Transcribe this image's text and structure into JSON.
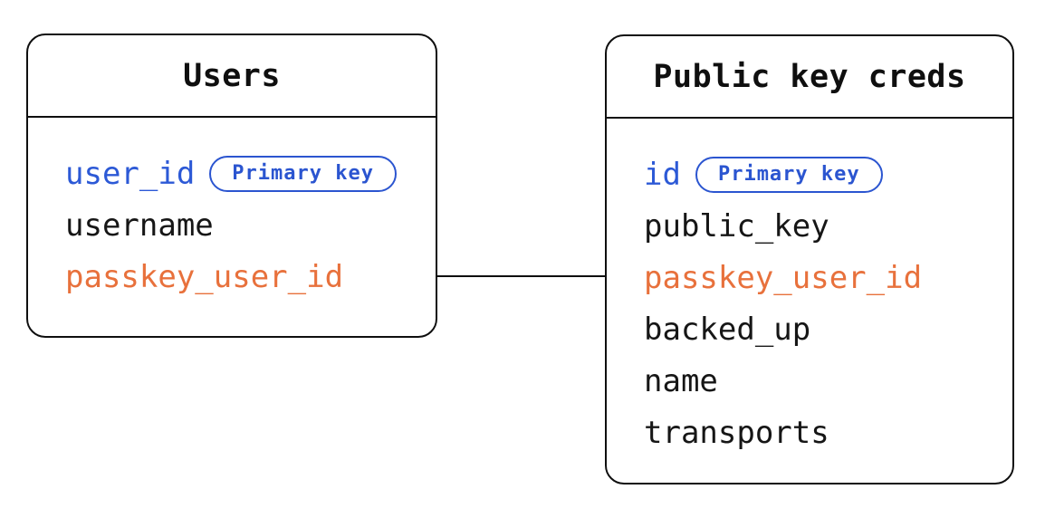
{
  "diagram": {
    "tables": [
      {
        "title": "Users",
        "fields": [
          {
            "name": "user_id",
            "role": "primary-key",
            "badge": "Primary key"
          },
          {
            "name": "username",
            "role": "regular"
          },
          {
            "name": "passkey_user_id",
            "role": "foreign-link"
          }
        ]
      },
      {
        "title": "Public key creds",
        "fields": [
          {
            "name": "id",
            "role": "primary-key",
            "badge": "Primary key"
          },
          {
            "name": "public_key",
            "role": "regular"
          },
          {
            "name": "passkey_user_id",
            "role": "foreign-link"
          },
          {
            "name": "backed_up",
            "role": "regular"
          },
          {
            "name": "name",
            "role": "regular"
          },
          {
            "name": "transports",
            "role": "regular"
          }
        ]
      }
    ],
    "relationship": {
      "from_table": "Users",
      "from_field": "passkey_user_id",
      "to_table": "Public key creds",
      "to_field": "passkey_user_id"
    },
    "colors": {
      "primary_key_blue": "#2b55d0",
      "linked_field_orange": "#e8713c",
      "text_black": "#0f0f0f",
      "border_black": "#0f0f0f",
      "background": "#ffffff"
    }
  }
}
